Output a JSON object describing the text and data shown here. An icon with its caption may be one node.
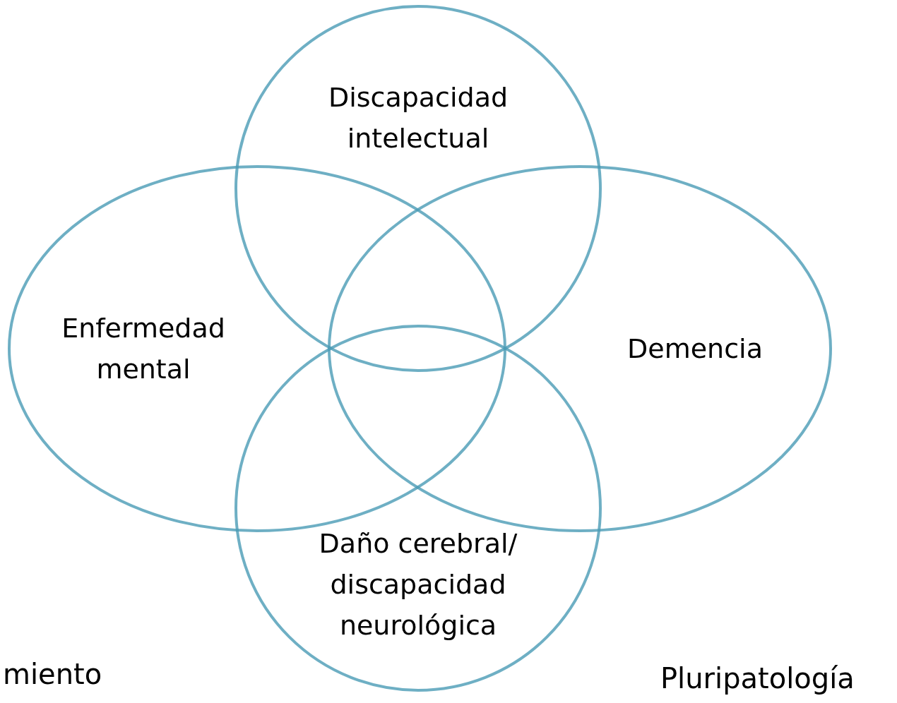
{
  "diagram": {
    "nodes": [
      {
        "text": [
          "Discapacidad intelectual"
        ]
      },
      {
        "text": [
          "Enfermedad mental"
        ]
      },
      {
        "text": [
          "Demencia"
        ]
      },
      {
        "text": [
          "Daño cerebral/ discapacidad neurológica"
        ]
      }
    ],
    "labels": [
      "miento",
      "Pluripatología"
    ]
  }
}
